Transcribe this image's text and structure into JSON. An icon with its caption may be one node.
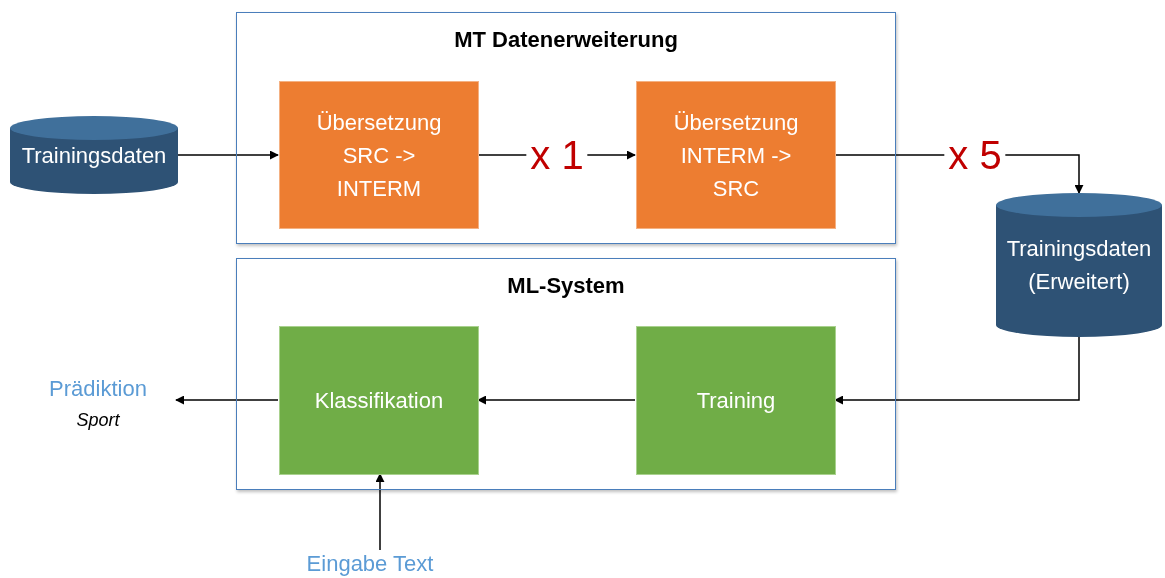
{
  "diagram": {
    "nodes": [
      {
        "text": [
          "MT Datenerweiterung"
        ]
      },
      {
        "text": [
          "Übersetzung SRC -> INTERM"
        ],
        "in": 0
      },
      {
        "text": [
          "Übersetzung INTERM -> SRC"
        ],
        "in": 0
      },
      {
        "text": [
          "Trainingsdaten"
        ]
      },
      {
        "text": [
          "Trainingsdaten (Erweitert)"
        ]
      },
      {
        "text": [
          "ML-System"
        ]
      },
      {
        "text": [
          "Klassifikation"
        ],
        "in": 5
      },
      {
        "text": [
          "Training"
        ],
        "in": 5
      },
      {
        "text": [
          "Prädiktion",
          "Sport"
        ]
      },
      {
        "text": [
          "Eingabe Text"
        ]
      }
    ],
    "edges": [
      {
        "from": 3,
        "to": 1,
        "arrow": "to"
      },
      {
        "from": 1,
        "to": 2,
        "arrow": "to",
        "label": "x 1"
      },
      {
        "from": 2,
        "to": 4,
        "arrow": "to",
        "label": "x 5"
      },
      {
        "from": 4,
        "to": 7,
        "arrow": "to"
      },
      {
        "from": 7,
        "to": 6,
        "arrow": "to"
      },
      {
        "from": 6,
        "to": 8,
        "arrow": "to"
      },
      {
        "from": 9,
        "to": 6,
        "arrow": "to"
      }
    ]
  }
}
